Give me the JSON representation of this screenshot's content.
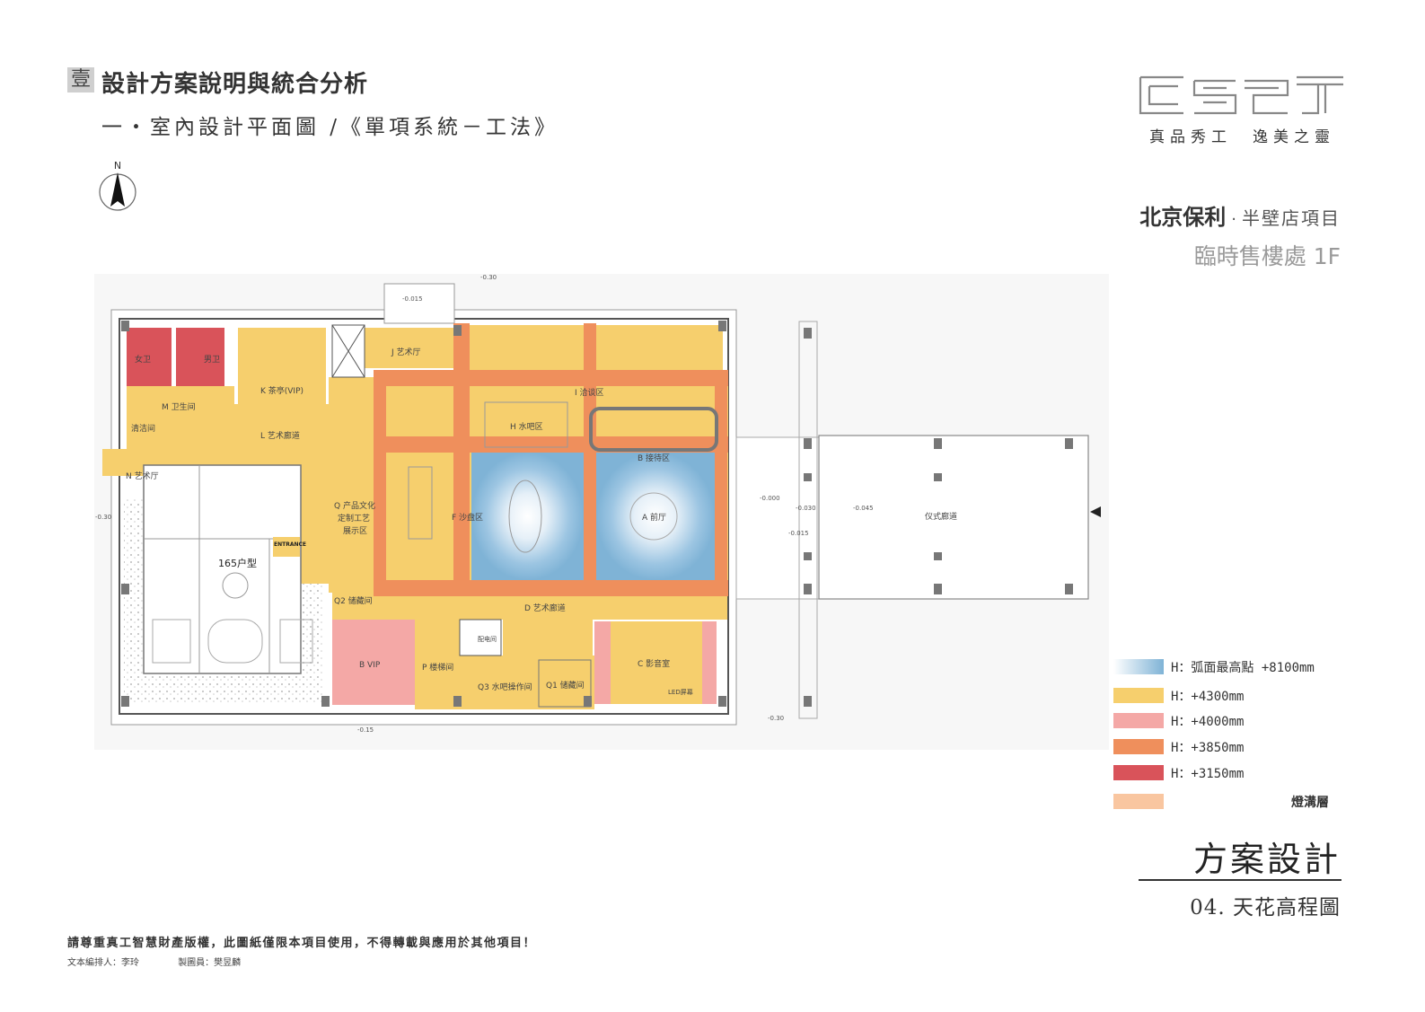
{
  "header": {
    "badge": "壹",
    "title": "設計方案說明與統合分析",
    "subtitle": "一・室內設計平面圖 /《單項系統－工法》"
  },
  "compass": {
    "label": "N"
  },
  "brand": {
    "slogan": "真品秀工　逸美之靈"
  },
  "project": {
    "name": "北京保利",
    "separator": "·",
    "location": "半壁店項目",
    "floor": "臨時售樓處 1F"
  },
  "plan": {
    "rooms": {
      "women_wc": "女卫",
      "men_wc": "男卫",
      "cleaning": "清洁间",
      "m_restroom": "M 卫生间",
      "n_art_hall": "N 艺术厅",
      "k_tea_vip": "K 茶亭(VIP)",
      "l_art_gallery": "L 艺术廊道",
      "j_art_hall": "J 艺术厅",
      "i_lounge": "I 洽谈区",
      "h_water_bar": "H 水吧区",
      "b_reception": "B 接待区",
      "f_sand_table": "F 沙盘区",
      "a_front_hall": "A 前厅",
      "q_product_line1": "Q 产品文化",
      "q_product_line2": "定制工艺",
      "q_product_line3": "展示区",
      "unit_type": "165户型",
      "entrance": "ENTRANCE",
      "q2_storage": "Q2 储藏间",
      "d_art_gallery": "D 艺术廊道",
      "b_vip": "B VIP",
      "p_stairs": "P 楼梯间",
      "q3_bar_ops": "Q3 水吧操作间",
      "q1_storage": "Q1 储藏间",
      "c_av_room": "C 影音室",
      "led_screen": "LED屏幕",
      "ceremony_path": "仪式廊道",
      "power_room": "配电间"
    },
    "levels": {
      "a": "-0.30",
      "b": "-0.015",
      "c": "-0.000",
      "d": "-0.030",
      "e": "-0.045",
      "f": "-0.015",
      "g": "-0.30",
      "h": "-0.15",
      "i": "-0.30"
    }
  },
  "legend": {
    "items": [
      {
        "label": "H：弧面最高點 +8100mm",
        "color": "#7fb3d6"
      },
      {
        "label": "H：+4300mm",
        "color": "#f6cf6d"
      },
      {
        "label": "H：+4000mm",
        "color": "#f4a8a6"
      },
      {
        "label": "H：+3850mm",
        "color": "#ef8f5c"
      },
      {
        "label": "H：+3150mm",
        "color": "#d9535a"
      },
      {
        "label": "燈溝層",
        "color": "#f9c6a0"
      }
    ]
  },
  "footer": {
    "section": "方案設計",
    "drawing": "04. 天花高程圖",
    "copyright": "請尊重真工智慧財產版權，此圖紙僅限本項目使用，不得轉載與應用於其他項目！",
    "editor": "文本編排人：李玲",
    "drafter": "製圖員：樊昱麟"
  }
}
